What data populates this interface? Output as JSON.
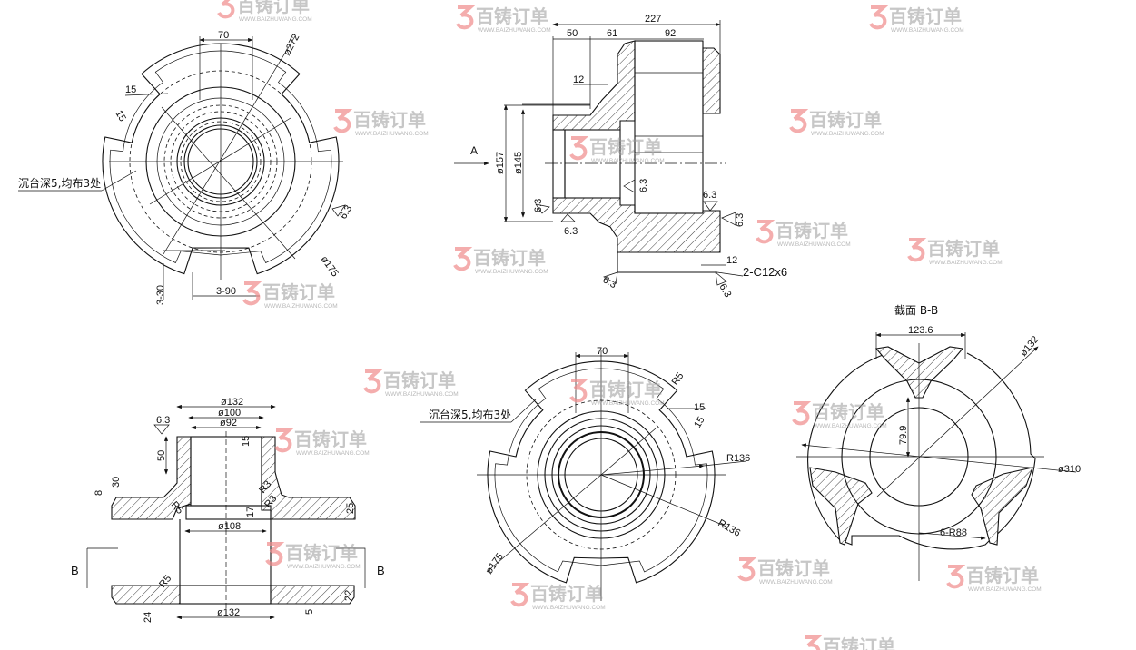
{
  "watermark": {
    "brand": "百铸订单",
    "url": "WWW.BAIZHUWANG.COM"
  },
  "view_top_left": {
    "note": "沉台深5,均布3处",
    "dims": [
      "70",
      "ø272",
      "15",
      "15",
      "6.3",
      "ø175",
      "3-30",
      "3-90"
    ]
  },
  "view_top_center": {
    "dims": [
      "227",
      "50",
      "61",
      "92",
      "12",
      "ø157",
      "ø145",
      "12",
      "2-C12x6"
    ],
    "view_arrow": "A",
    "roughness": [
      "6.3",
      "6.3",
      "6.3",
      "6.3",
      "6.3",
      "6.3",
      "6.3"
    ]
  },
  "view_bottom_left": {
    "dims": [
      "ø132",
      "ø100",
      "ø92",
      "6.3",
      "50",
      "15",
      "30",
      "8",
      "R5",
      "R3",
      "R3",
      "17",
      "25",
      "ø108",
      "R5",
      "22",
      "24",
      "5",
      "ø132"
    ],
    "section_marks": [
      "B",
      "B"
    ]
  },
  "view_bottom_center": {
    "note": "沉台深5,均布3处",
    "dims": [
      "70",
      "R5",
      "15",
      "15",
      "R136",
      "R136",
      "ø175"
    ]
  },
  "section_bb": {
    "title": "截面  B-B",
    "dims": [
      "123.6",
      "ø132",
      "79.9",
      "ø310",
      "6-R88"
    ]
  }
}
